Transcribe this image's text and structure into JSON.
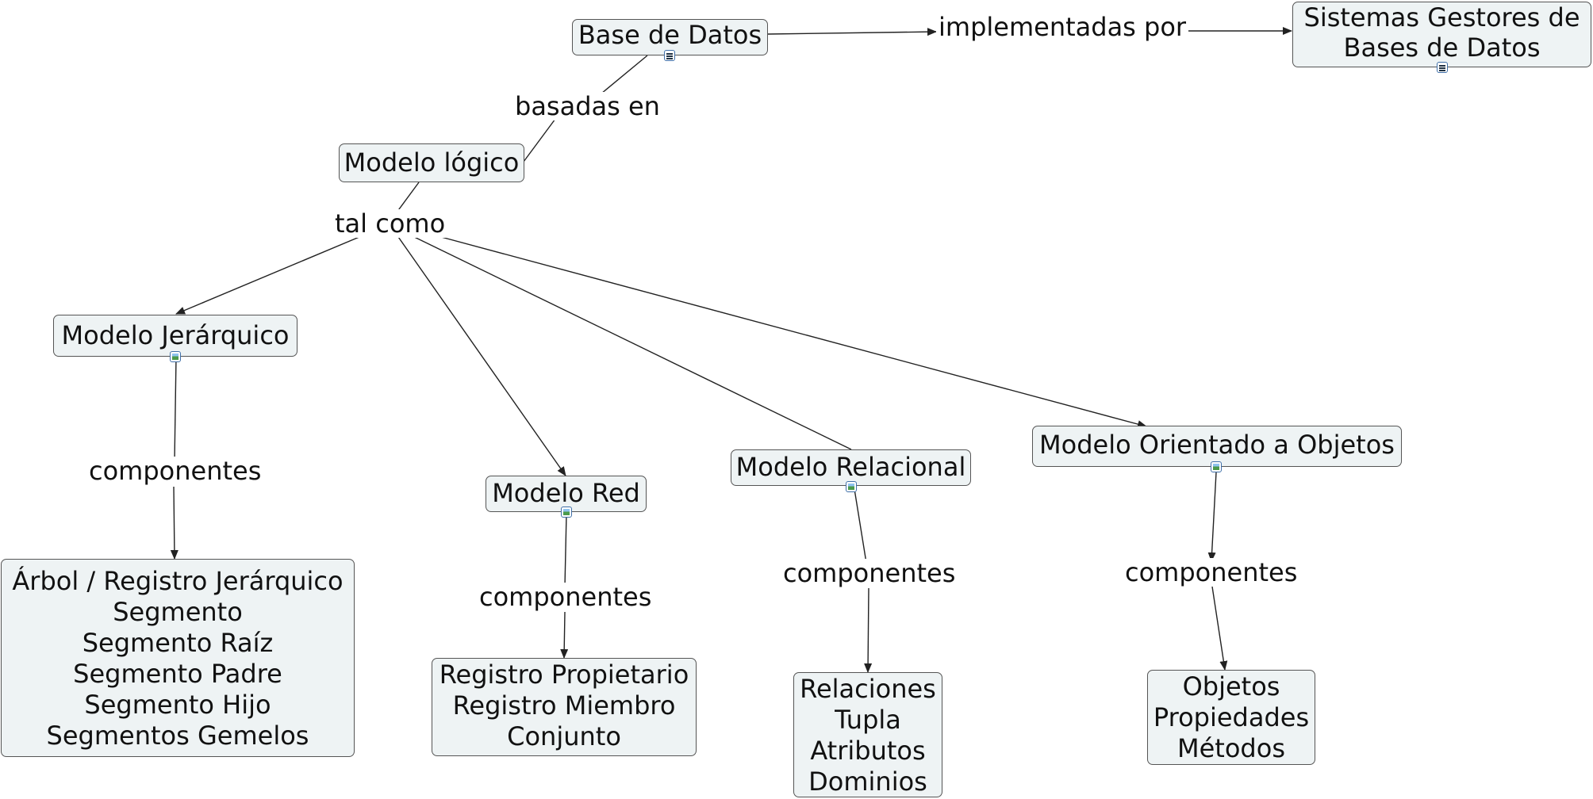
{
  "concepts": {
    "base_datos": "Base de Datos",
    "sgbd": [
      "Sistemas Gestores de",
      "Bases de Datos"
    ],
    "modelo_logico": "Modelo lógico",
    "modelo_jerarquico": "Modelo Jerárquico",
    "modelo_red": "Modelo Red",
    "modelo_relacional": "Modelo Relacional",
    "modelo_objetos": "Modelo Orientado a Objetos",
    "comp_jerarquico": [
      "Árbol / Registro Jerárquico",
      "Segmento",
      "Segmento Raíz",
      "Segmento Padre",
      "Segmento Hijo",
      "Segmentos Gemelos"
    ],
    "comp_red": [
      "Registro Propietario",
      "Registro Miembro",
      "Conjunto"
    ],
    "comp_relacional": [
      "Relaciones",
      "Tupla",
      "Atributos",
      "Dominios"
    ],
    "comp_objetos": [
      "Objetos",
      "Propiedades",
      "Métodos"
    ]
  },
  "linking_phrases": {
    "implementadas_por": "implementadas por",
    "basadas_en": "basadas en",
    "tal_como": "tal como",
    "componentes_jerarquico": "componentes",
    "componentes_red": "componentes",
    "componentes_relacional": "componentes",
    "componentes_objetos": "componentes"
  },
  "resource_icons": {
    "base_datos": "document-icon",
    "sgbd": "document-icon",
    "modelo_jerarquico": "image-icon",
    "modelo_red": "image-icon",
    "modelo_relacional": "image-icon",
    "modelo_objetos": "image-icon"
  },
  "colors": {
    "node_fill": "#eef3f4",
    "node_border": "#555555",
    "link": "#222222",
    "badge_border": "#3f6fa8"
  }
}
